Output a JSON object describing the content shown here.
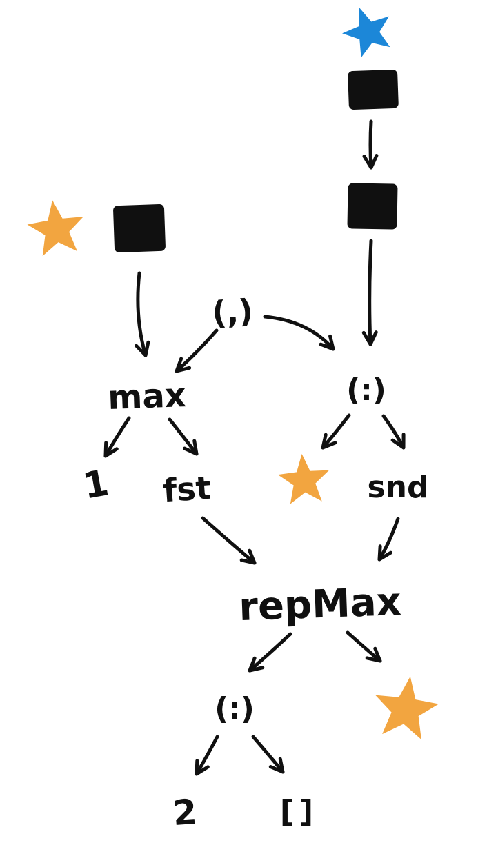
{
  "diagram": {
    "labels": {
      "pair_constructor": "(,)",
      "max_fn": "max",
      "cons_top": "(:)",
      "one": "1",
      "fst_fn": "fst",
      "snd_fn": "snd",
      "repmax_fn": "repMax",
      "cons_bottom": "(:)",
      "two": "2",
      "nil": "[]"
    },
    "colors": {
      "ink": "#101010",
      "star_orange": "#F2A540",
      "star_blue": "#1C87D8",
      "background": "#FFFFFF"
    },
    "shapes": {
      "stars": [
        {
          "name": "blue-star-top",
          "color": "blue"
        },
        {
          "name": "orange-star-left",
          "color": "orange"
        },
        {
          "name": "orange-star-middle",
          "color": "orange"
        },
        {
          "name": "orange-star-bottom",
          "color": "orange"
        }
      ],
      "squares": [
        "black-square-top",
        "black-square-right",
        "black-square-left"
      ]
    },
    "edges": [
      {
        "from": "black-square-top",
        "to": "black-square-right"
      },
      {
        "from": "black-square-right",
        "to": "cons-top"
      },
      {
        "from": "black-square-left",
        "to": "max"
      },
      {
        "from": "pair-constructor",
        "to": "max"
      },
      {
        "from": "pair-constructor",
        "to": "cons-top"
      },
      {
        "from": "max",
        "to": "one"
      },
      {
        "from": "max",
        "to": "fst"
      },
      {
        "from": "cons-top",
        "to": "orange-star-middle"
      },
      {
        "from": "cons-top",
        "to": "snd"
      },
      {
        "from": "fst",
        "to": "repMax"
      },
      {
        "from": "snd",
        "to": "repMax"
      },
      {
        "from": "repMax",
        "to": "cons-bottom"
      },
      {
        "from": "repMax",
        "to": "orange-star-bottom"
      },
      {
        "from": "cons-bottom",
        "to": "two"
      },
      {
        "from": "cons-bottom",
        "to": "nil"
      }
    ]
  }
}
